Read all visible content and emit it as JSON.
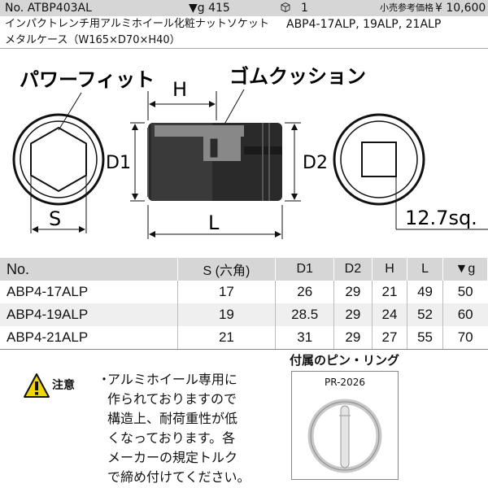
{
  "header": {
    "item_no": "No. ATBP403AL",
    "weight_label": "▼g 415",
    "quantity": "1",
    "price_label": "小売参考価格",
    "price": "¥ 10,600",
    "product_name": "インパクトレンチ用アルミホイール化粧ナットソケット",
    "models": "ABP4-17ALP, 19ALP, 21ALP",
    "case": "メタルケース（W165×D70×H40）"
  },
  "diagram": {
    "label_power_fit": "パワーフィット",
    "label_rubber_cushion": "ゴムクッション",
    "dim_H": "H",
    "dim_D1": "D1",
    "dim_D2": "D2",
    "dim_L": "L",
    "dim_S": "S",
    "drive": "12.7sq."
  },
  "table": {
    "headers": [
      "No.",
      "S (六角)",
      "D1",
      "D2",
      "H",
      "L",
      "▼g"
    ],
    "rows": [
      [
        "ABP4-17ALP",
        "17",
        "26",
        "29",
        "21",
        "49",
        "50"
      ],
      [
        "ABP4-19ALP",
        "19",
        "28.5",
        "29",
        "24",
        "52",
        "60"
      ],
      [
        "ABP4-21ALP",
        "21",
        "31",
        "29",
        "27",
        "55",
        "70"
      ]
    ]
  },
  "caution": {
    "label": "注意",
    "lines": [
      "アルミホイール専用に",
      "作られておりますので",
      "構造上、耐荷重性が低",
      "くなっております。各",
      "メーカーの規定トルク",
      "で締め付けてください。"
    ]
  },
  "accessory": {
    "title": "付属のピン・リング",
    "code": "PR-2026"
  }
}
